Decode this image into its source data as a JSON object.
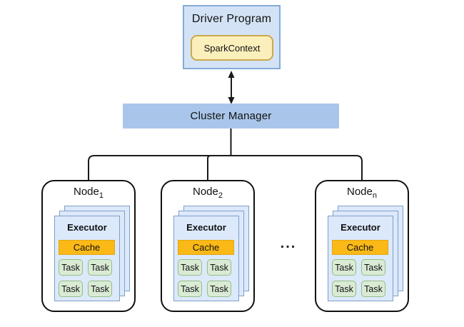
{
  "driver": {
    "title": "Driver Program",
    "context_label": "SparkContext"
  },
  "cluster_manager": {
    "label": "Cluster Manager"
  },
  "ellipsis": "...",
  "nodes": [
    {
      "name": "Node",
      "subscript": "1",
      "executor_label": "Executor",
      "cache_label": "Cache",
      "tasks": [
        "Task",
        "Task",
        "Task",
        "Task"
      ]
    },
    {
      "name": "Node",
      "subscript": "2",
      "executor_label": "Executor",
      "cache_label": "Cache",
      "tasks": [
        "Task",
        "Task",
        "Task",
        "Task"
      ]
    },
    {
      "name": "Node",
      "subscript": "n",
      "executor_label": "Executor",
      "cache_label": "Cache",
      "tasks": [
        "Task",
        "Task",
        "Task",
        "Task"
      ]
    }
  ],
  "colors": {
    "driver_fill": "#d3e3f5",
    "driver_border": "#84abd8",
    "context_fill": "#fbefbb",
    "context_border": "#cba94c",
    "cluster_fill": "#a9c6ea",
    "executor_card_fill": "#dce9fb",
    "executor_card_border": "#7f9fc7",
    "cache_fill": "#fbb917",
    "cache_border": "#e2a713",
    "task_fill": "#daebd5",
    "task_border": "#94be83",
    "line": "#1a1a1a"
  }
}
